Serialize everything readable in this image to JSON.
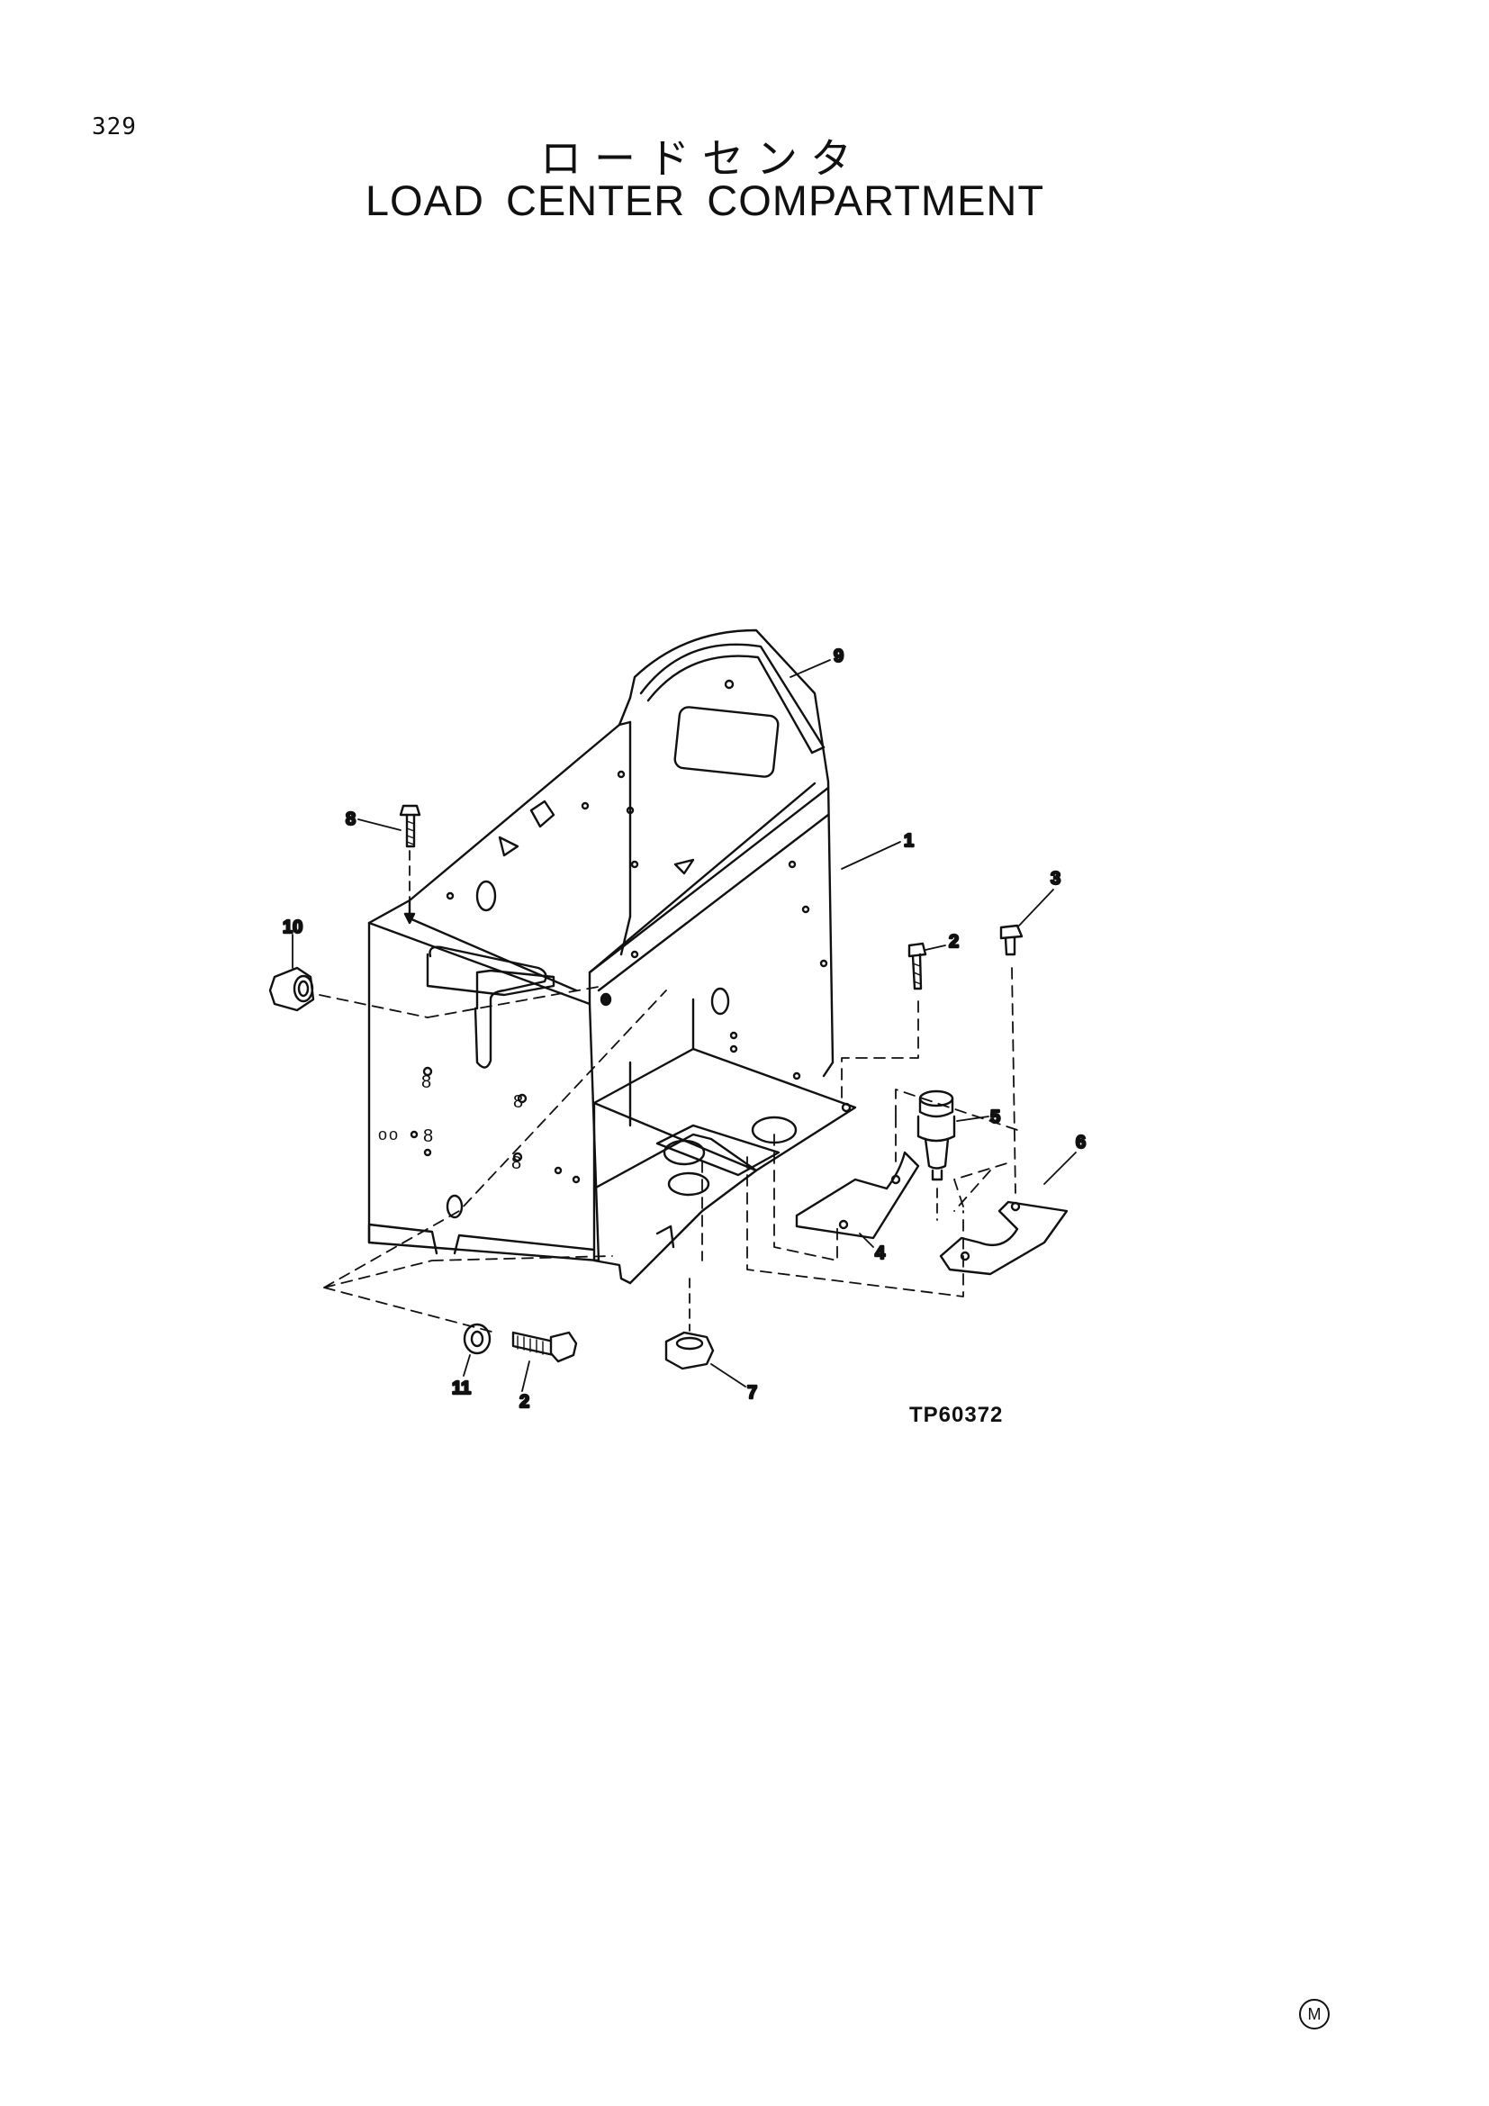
{
  "page_number": "329",
  "title_jp": "ロードセンタ",
  "title_en": "LOAD CENTER COMPARTMENT",
  "figure_code": "TP60372",
  "mark_letter": "M",
  "callouts": {
    "c1": "1",
    "c2a": "2",
    "c2b": "2",
    "c3": "3",
    "c4": "4",
    "c5": "5",
    "c6": "6",
    "c7": "7",
    "c8": "8",
    "c9": "9",
    "c10": "10",
    "c11": "11"
  }
}
